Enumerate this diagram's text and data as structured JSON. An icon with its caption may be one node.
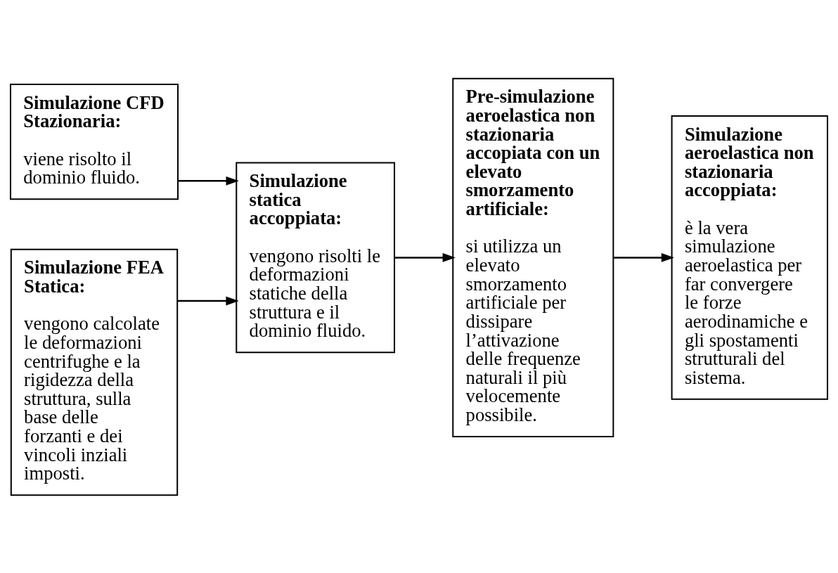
{
  "diagram": {
    "nodes": [
      {
        "text": [
          "Simulazione CFD Stazionaria:",
          "viene risolto il dominio fluido."
        ]
      },
      {
        "text": [
          "Simulazione FEA Statica:",
          "vengono calcolate le deformazioni centrifughe e la rigidezza della struttura, sulla base delle forzanti e dei vincoli inziali imposti."
        ]
      },
      {
        "text": [
          "Simulazione statica accoppiata:",
          "vengono risolti le deformazioni statiche della struttura e il dominio fluido."
        ]
      },
      {
        "text": [
          "Pre-simulazione aeroelastica non stazionaria accopiata con un elevato smorzamento artificiale:",
          "si utilizza un elevato smorzamento artificiale per dissipare l’attivazione delle frequenze naturali il più velocemente possibile."
        ]
      },
      {
        "text": [
          "Simulazione aeroelastica non stazionaria accoppiata:",
          "è la vera simulazione aeroelastica per far convergere le forze aerodinamiche e gli spostamenti strutturali del sistema."
        ]
      }
    ],
    "edges": [
      {
        "from": 0,
        "to": 2,
        "arrow": "to"
      },
      {
        "from": 1,
        "to": 2,
        "arrow": "to"
      },
      {
        "from": 2,
        "to": 3,
        "arrow": "to"
      },
      {
        "from": 3,
        "to": 4,
        "arrow": "to"
      }
    ]
  }
}
